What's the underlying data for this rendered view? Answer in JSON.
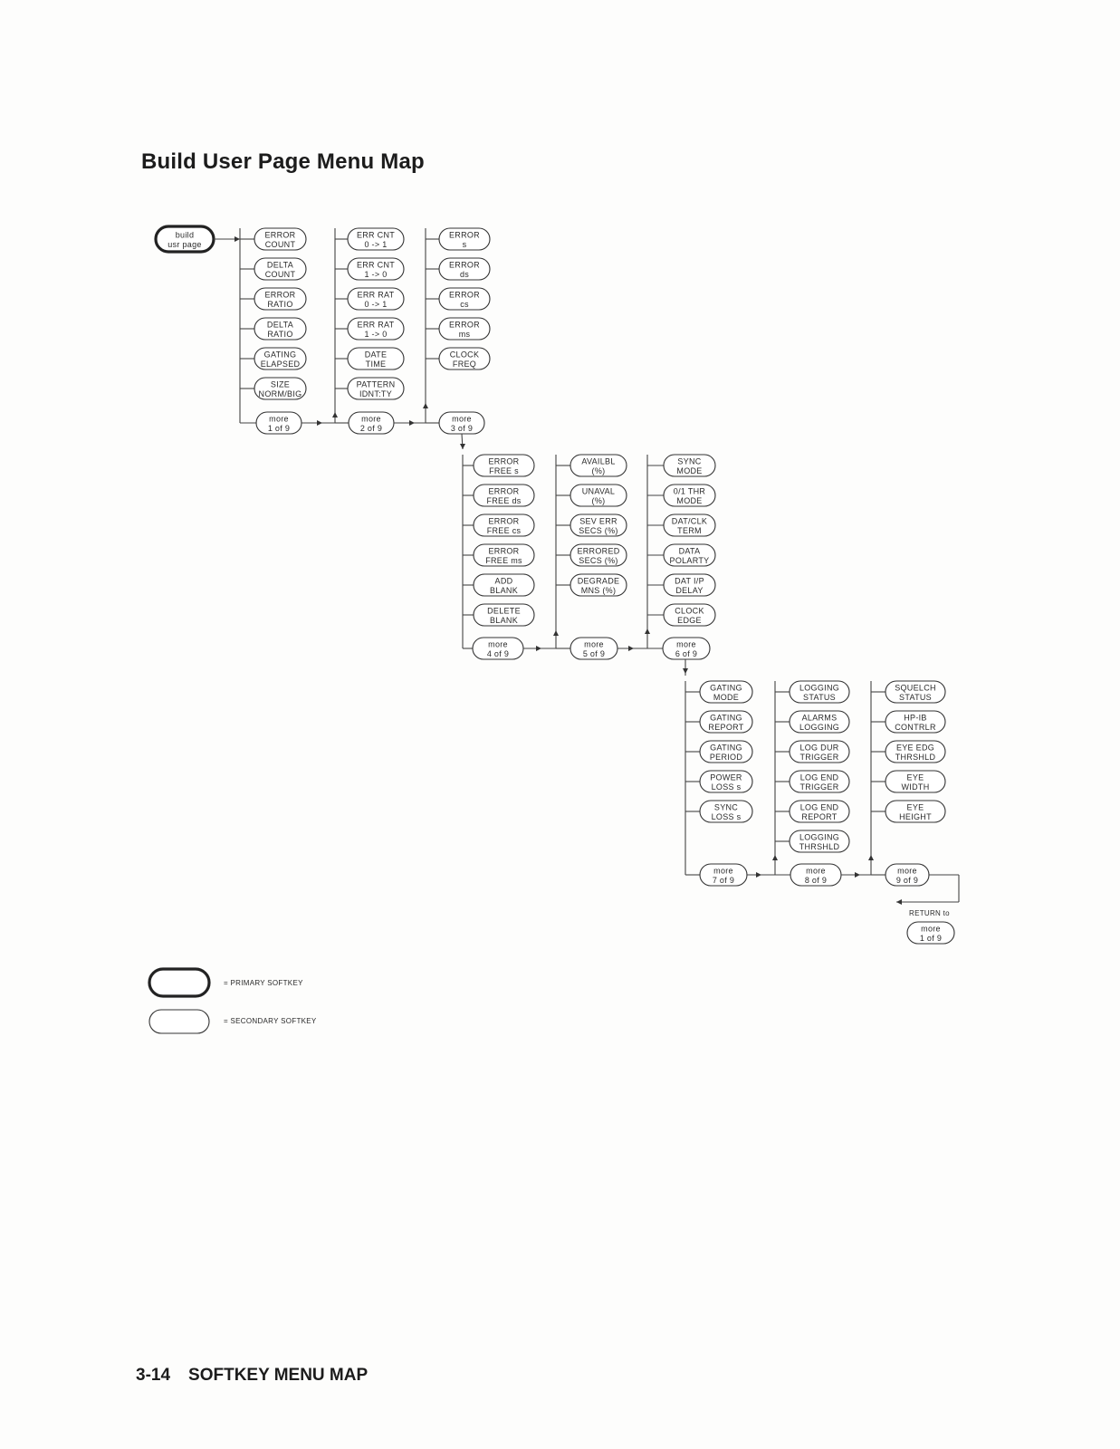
{
  "page": {
    "title": "Build User Page Menu Map",
    "footer_section": "3-14",
    "footer_title": "SOFTKEY MENU MAP"
  },
  "primary_key": [
    "build",
    "usr page"
  ],
  "columns": [
    {
      "id": "c1",
      "keys": [
        [
          "ERROR",
          "COUNT"
        ],
        [
          "DELTA",
          "COUNT"
        ],
        [
          "ERROR",
          "RATIO"
        ],
        [
          "DELTA",
          "RATIO"
        ],
        [
          "GATING",
          "ELAPSED"
        ],
        [
          "SIZE",
          "NORM/BIG"
        ]
      ],
      "more": [
        "more",
        "1 of 9"
      ]
    },
    {
      "id": "c2",
      "keys": [
        [
          "ERR CNT",
          "0 -> 1"
        ],
        [
          "ERR CNT",
          "1 -> 0"
        ],
        [
          "ERR RAT",
          "0 -> 1"
        ],
        [
          "ERR RAT",
          "1 -> 0"
        ],
        [
          "DATE",
          "TIME"
        ],
        [
          "PATTERN",
          "IDNT:TY"
        ]
      ],
      "more": [
        "more",
        "2 of 9"
      ]
    },
    {
      "id": "c3",
      "keys": [
        [
          "ERROR",
          "s"
        ],
        [
          "ERROR",
          "ds"
        ],
        [
          "ERROR",
          "cs"
        ],
        [
          "ERROR",
          "ms"
        ],
        [
          "CLOCK",
          "FREQ"
        ]
      ],
      "more": [
        "more",
        "3 of 9"
      ]
    },
    {
      "id": "c4",
      "keys": [
        [
          "ERROR",
          "FREE s"
        ],
        [
          "ERROR",
          "FREE ds"
        ],
        [
          "ERROR",
          "FREE cs"
        ],
        [
          "ERROR",
          "FREE ms"
        ],
        [
          "ADD",
          "BLANK"
        ],
        [
          "DELETE",
          "BLANK"
        ]
      ],
      "more": [
        "more",
        "4 of 9"
      ]
    },
    {
      "id": "c5",
      "keys": [
        [
          "AVAILBL",
          "(%)"
        ],
        [
          "UNAVAL",
          "(%)"
        ],
        [
          "SEV ERR",
          "SECS (%)"
        ],
        [
          "ERRORED",
          "SECS (%)"
        ],
        [
          "DEGRADE",
          "MNS (%)"
        ]
      ],
      "more": [
        "more",
        "5 of 9"
      ]
    },
    {
      "id": "c6",
      "keys": [
        [
          "SYNC",
          "MODE"
        ],
        [
          "0/1 THR",
          "MODE"
        ],
        [
          "DAT/CLK",
          "TERM"
        ],
        [
          "DATA",
          "POLARTY"
        ],
        [
          "DAT I/P",
          "DELAY"
        ],
        [
          "CLOCK",
          "EDGE"
        ]
      ],
      "more": [
        "more",
        "6 of 9"
      ]
    },
    {
      "id": "c7",
      "keys": [
        [
          "GATING",
          "MODE"
        ],
        [
          "GATING",
          "REPORT"
        ],
        [
          "GATING",
          "PERIOD"
        ],
        [
          "POWER",
          "LOSS s"
        ],
        [
          "SYNC",
          "LOSS s"
        ]
      ],
      "more": [
        "more",
        "7 of 9"
      ]
    },
    {
      "id": "c8",
      "keys": [
        [
          "LOGGING",
          "STATUS"
        ],
        [
          "ALARMS",
          "LOGGING"
        ],
        [
          "LOG DUR",
          "TRIGGER"
        ],
        [
          "LOG END",
          "TRIGGER"
        ],
        [
          "LOG END",
          "REPORT"
        ],
        [
          "LOGGING",
          "THRSHLD"
        ]
      ],
      "more": [
        "more",
        "8 of 9"
      ]
    },
    {
      "id": "c9",
      "keys": [
        [
          "SQUELCH",
          "STATUS"
        ],
        [
          "HP-IB",
          "CONTRLR"
        ],
        [
          "EYE EDG",
          "THRSHLD"
        ],
        [
          "EYE",
          "WIDTH"
        ],
        [
          "EYE",
          "HEIGHT"
        ]
      ],
      "more": [
        "more",
        "9 of 9"
      ]
    }
  ],
  "return_label": "RETURN to",
  "return_key": [
    "more",
    "1 of 9"
  ],
  "legend": {
    "primary": "= PRIMARY SOFTKEY",
    "secondary": "= SECONDARY SOFTKEY"
  }
}
